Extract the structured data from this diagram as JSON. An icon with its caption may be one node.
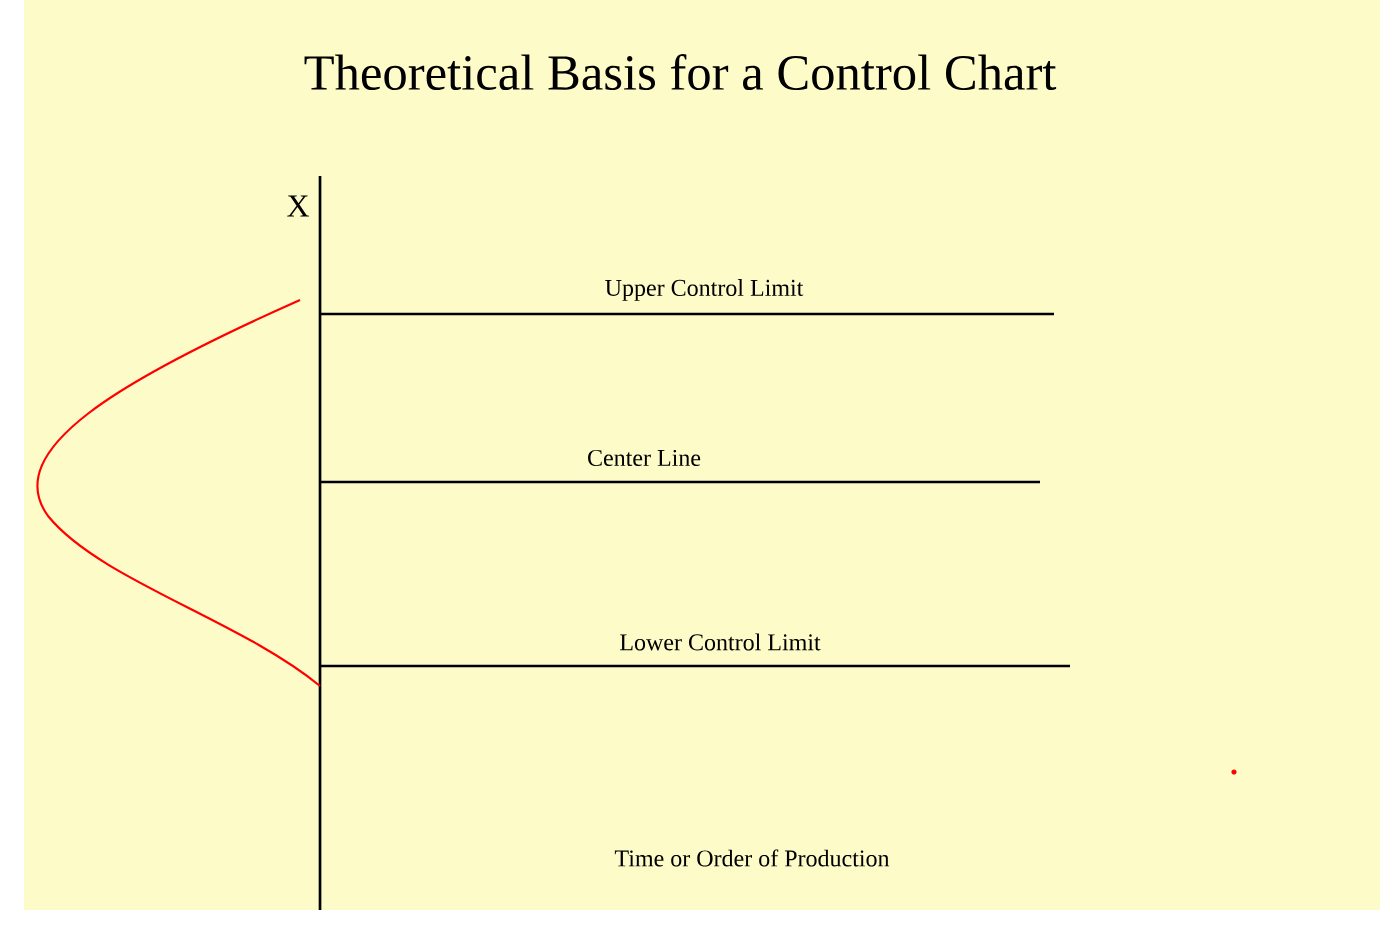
{
  "diagram": {
    "title": "Theoretical Basis for a Control Chart",
    "labels": [
      "X",
      "Upper Control Limit",
      "Center Line",
      "Lower Control Limit",
      "Time or Order of Production"
    ]
  }
}
